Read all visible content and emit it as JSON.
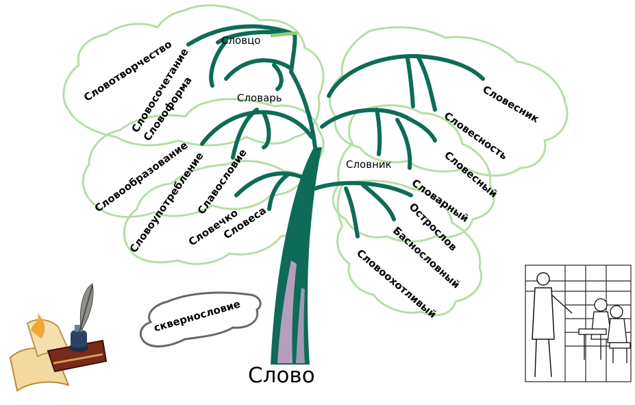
{
  "root": "Слово",
  "words": {
    "slovotvorchestvo": "Словотворчество",
    "slovosochetanie": "Словосочетание",
    "slovtso": "Словцо",
    "slovoforma": "Словоформа",
    "slovar": "Словарь",
    "slovoobrazovanie": "Словообразование",
    "slovoupotreblenie": "Словоупотребление",
    "slavoslovie": "Славословие",
    "slovechko": "Словечко",
    "slovesa": "Словеса",
    "slovesnik": "Словесник",
    "slovesnost": "Словесность",
    "slovesny": "Словесный",
    "slovnik": "Словник",
    "slovarny": "Словарный",
    "ostroslov": "Острослов",
    "basnoslovny": "Баснословный",
    "slovookhotlivy": "Словоохотливый",
    "skvernoslovie": "сквернословие"
  },
  "colors": {
    "trunk": "#0e6b57",
    "trunk_highlight": "#c8a4c8",
    "cloud": "#b5dea6",
    "bad_word_cloud": "#666666"
  },
  "clipart": {
    "left": "quill-scroll-book-icon",
    "right": "classroom-teacher-children-illustration"
  }
}
